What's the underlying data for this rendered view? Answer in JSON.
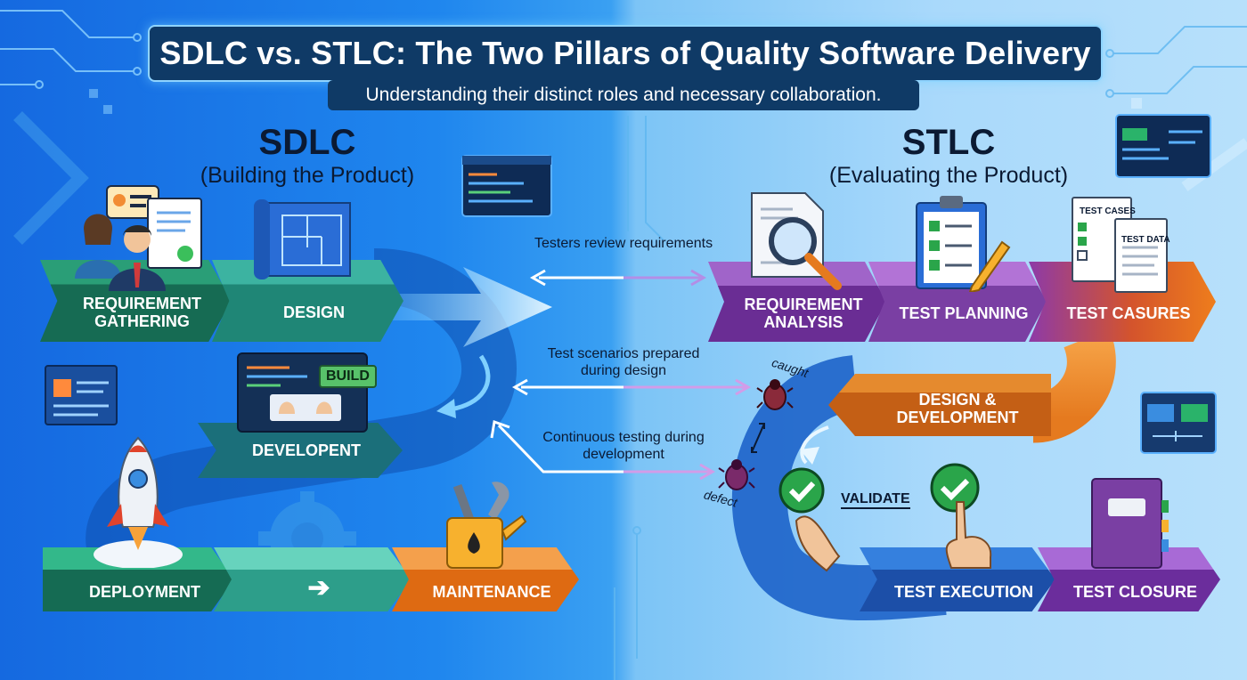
{
  "title": "SDLC vs. STLC: The Two Pillars of Quality Software Delivery",
  "subtitle": "Understanding their distinct roles and necessary collaboration.",
  "sdlc": {
    "heading": "SDLC",
    "subheading": "(Building the Product)",
    "stages": {
      "requirement_gathering": "REQUIREMENT GATHERING",
      "design": "DESIGN",
      "development": "DEVELOPENT",
      "deployment": "DEPLOYMENT",
      "maintenance": "MAINTENANCE"
    },
    "build_badge": "BUILD"
  },
  "stlc": {
    "heading": "STLC",
    "subheading": "(Evaluating the Product)",
    "stages": {
      "requirement_analysis": "REQUIREMENT ANALYSIS",
      "test_planning": "TEST PLANNING",
      "test_casures": "TEST CASURES",
      "design_development": "DESIGN & DEVELOPMENT",
      "test_execution": "TEST EXECUTION",
      "test_closure": "TEST CLOSURE"
    },
    "validate_label": "VALIDATE",
    "test_cases_label": "TEST CASES",
    "test_data_label": "TEST DATA",
    "caught_label": "caught",
    "defect_label": "defect"
  },
  "connections": {
    "review": "Testers review requirements",
    "scenarios": "Test scenarios prepared during design",
    "continuous": "Continuous testing during development"
  },
  "colors": {
    "green": "#1f8f68",
    "teal": "#4dbda7",
    "orange": "#e8731c",
    "purple": "#7a3fa3",
    "navy": "#0f3a66"
  }
}
